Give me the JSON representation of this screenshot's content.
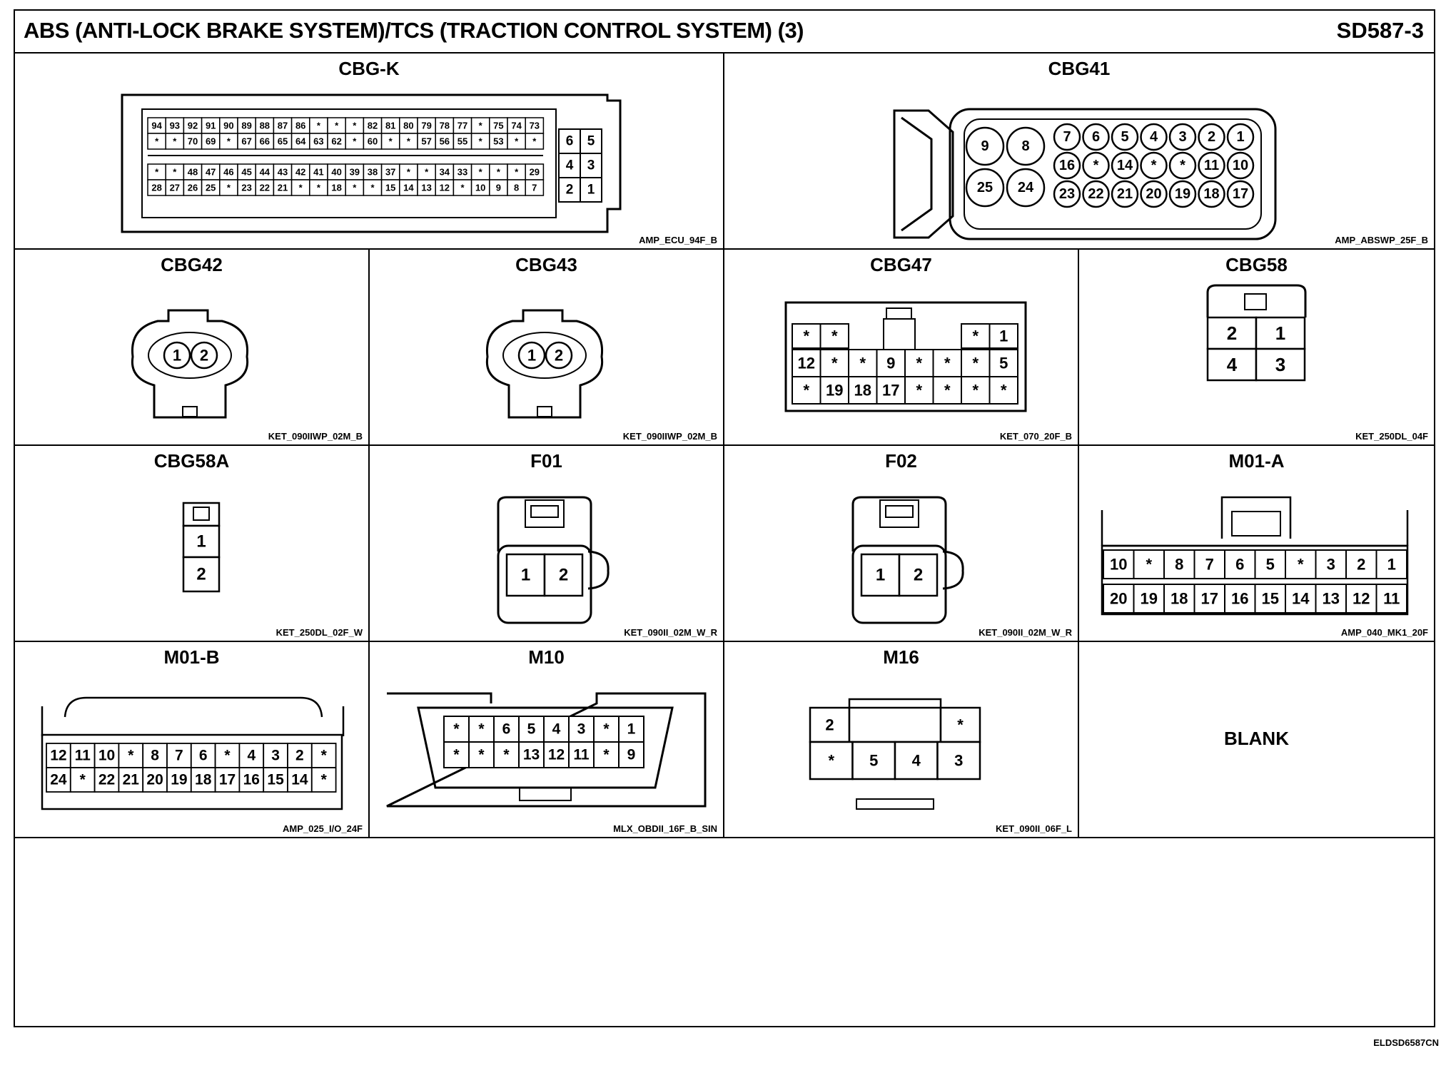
{
  "header": {
    "title": "ABS (ANTI-LOCK BRAKE SYSTEM)/TCS (TRACTION CONTROL SYSTEM) (3)",
    "code": "SD587-3"
  },
  "footer": {
    "code": "ELDSD6587CN"
  },
  "connectors": {
    "cbgk": {
      "name": "CBG-K",
      "tag": "AMP_ECU_94F_B",
      "rows": [
        [
          "94",
          "93",
          "92",
          "91",
          "90",
          "89",
          "88",
          "87",
          "86",
          "*",
          "*",
          "*",
          "82",
          "81",
          "80",
          "79",
          "78",
          "77",
          "*",
          "75",
          "74",
          "73"
        ],
        [
          "*",
          "*",
          "70",
          "69",
          "*",
          "67",
          "66",
          "65",
          "64",
          "63",
          "62",
          "*",
          "60",
          "*",
          "*",
          "57",
          "56",
          "55",
          "*",
          "53",
          "*",
          "*"
        ],
        [
          "*",
          "*",
          "48",
          "47",
          "46",
          "45",
          "44",
          "43",
          "42",
          "41",
          "40",
          "39",
          "38",
          "37",
          "*",
          "*",
          "34",
          "33",
          "*",
          "*",
          "*",
          "29"
        ],
        [
          "28",
          "27",
          "26",
          "25",
          "*",
          "23",
          "22",
          "21",
          "*",
          "*",
          "18",
          "*",
          "*",
          "15",
          "14",
          "13",
          "12",
          "*",
          "10",
          "9",
          "8",
          "7"
        ]
      ],
      "side": [
        [
          "6",
          "5"
        ],
        [
          "4",
          "3"
        ],
        [
          "2",
          "1"
        ]
      ]
    },
    "cbg41": {
      "name": "CBG41",
      "tag": "AMP_ABSWP_25F_B",
      "big": [
        "9",
        "8",
        "25",
        "24"
      ],
      "rows": [
        [
          "7",
          "6",
          "5",
          "4",
          "3",
          "2",
          "1"
        ],
        [
          "16",
          "*",
          "14",
          "*",
          "*",
          "11",
          "10"
        ],
        [
          "23",
          "22",
          "21",
          "20",
          "19",
          "18",
          "17"
        ]
      ]
    },
    "cbg42": {
      "name": "CBG42",
      "tag": "KET_090IIWP_02M_B",
      "pins": [
        "1",
        "2"
      ]
    },
    "cbg43": {
      "name": "CBG43",
      "tag": "KET_090IIWP_02M_B",
      "pins": [
        "1",
        "2"
      ]
    },
    "cbg47": {
      "name": "CBG47",
      "tag": "KET_070_20F_B",
      "top": [
        "*",
        "*",
        "*",
        "1"
      ],
      "rows": [
        [
          "12",
          "*",
          "*",
          "9",
          "*",
          "*",
          "*",
          "5"
        ],
        [
          "*",
          "19",
          "18",
          "17",
          "*",
          "*",
          "*",
          "*"
        ]
      ]
    },
    "cbg58": {
      "name": "CBG58",
      "tag": "KET_250DL_04F",
      "rows": [
        [
          "2",
          "1"
        ],
        [
          "4",
          "3"
        ]
      ]
    },
    "cbg58a": {
      "name": "CBG58A",
      "tag": "KET_250DL_02F_W",
      "pins": [
        "1",
        "2"
      ]
    },
    "f01": {
      "name": "F01",
      "tag": "KET_090II_02M_W_R",
      "pins": [
        "1",
        "2"
      ]
    },
    "f02": {
      "name": "F02",
      "tag": "KET_090II_02M_W_R",
      "pins": [
        "1",
        "2"
      ]
    },
    "m01a": {
      "name": "M01-A",
      "tag": "AMP_040_MK1_20F",
      "rows": [
        [
          "10",
          "*",
          "8",
          "7",
          "6",
          "5",
          "*",
          "3",
          "2",
          "1"
        ],
        [
          "20",
          "19",
          "18",
          "17",
          "16",
          "15",
          "14",
          "13",
          "12",
          "11"
        ]
      ]
    },
    "m01b": {
      "name": "M01-B",
      "tag": "AMP_025_I/O_24F",
      "rows": [
        [
          "12",
          "11",
          "10",
          "*",
          "8",
          "7",
          "6",
          "*",
          "4",
          "3",
          "2",
          "*"
        ],
        [
          "24",
          "*",
          "22",
          "21",
          "20",
          "19",
          "18",
          "17",
          "16",
          "15",
          "14",
          "*"
        ]
      ]
    },
    "m10": {
      "name": "M10",
      "tag": "MLX_OBDII_16F_B_SIN",
      "rows": [
        [
          "*",
          "*",
          "6",
          "5",
          "4",
          "3",
          "*",
          "1"
        ],
        [
          "*",
          "*",
          "*",
          "13",
          "12",
          "11",
          "*",
          "9"
        ]
      ]
    },
    "m16": {
      "name": "M16",
      "tag": "KET_090II_06F_L",
      "top": [
        "2",
        "*"
      ],
      "bottom": [
        "*",
        "5",
        "4",
        "3"
      ]
    },
    "blank": {
      "label": "BLANK"
    }
  }
}
